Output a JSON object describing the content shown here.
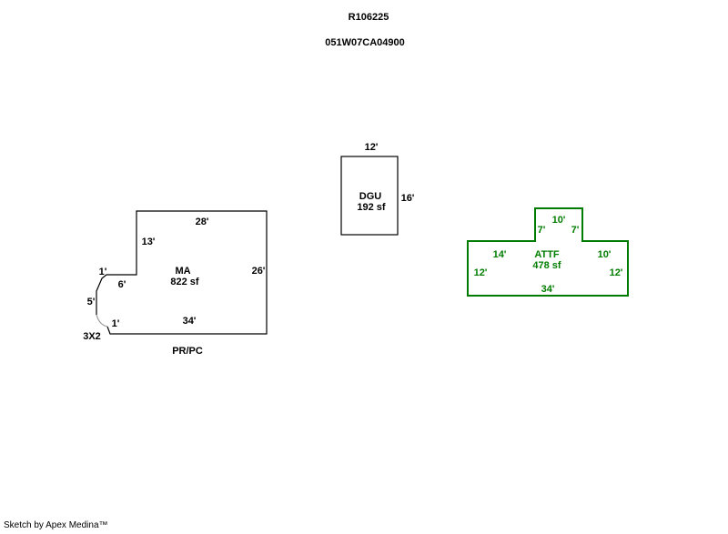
{
  "header": {
    "parcel_id": "R106225",
    "taxlot": "051W07CA04900"
  },
  "footer": {
    "credit": "Sketch by Apex Medina™"
  },
  "colors": {
    "outline": "#000000",
    "attf_outline": "#007d00",
    "corner_cut": "#9a9a9a"
  },
  "buildings": {
    "ma": {
      "name": "MA",
      "area": "822 sf",
      "use_code": "PR/PC",
      "dims": {
        "top": "28'",
        "left_upper": "13'",
        "jog_small_upper": "1'",
        "jog_horizontal": "6'",
        "left_lower": "5'",
        "jog_small_lower": "1'",
        "corner_cut": "3X2",
        "bottom": "34'",
        "right": "26'"
      }
    },
    "dgu": {
      "name": "DGU",
      "area": "192 sf",
      "dims": {
        "top": "12'",
        "right": "16'"
      }
    },
    "attf": {
      "name": "ATTF",
      "area": "478 sf",
      "dims": {
        "bump_top": "10'",
        "bump_left": "7'",
        "bump_right": "7'",
        "shoulder_left": "14'",
        "shoulder_right": "10'",
        "left": "12'",
        "right": "12'",
        "bottom": "34'"
      }
    }
  }
}
